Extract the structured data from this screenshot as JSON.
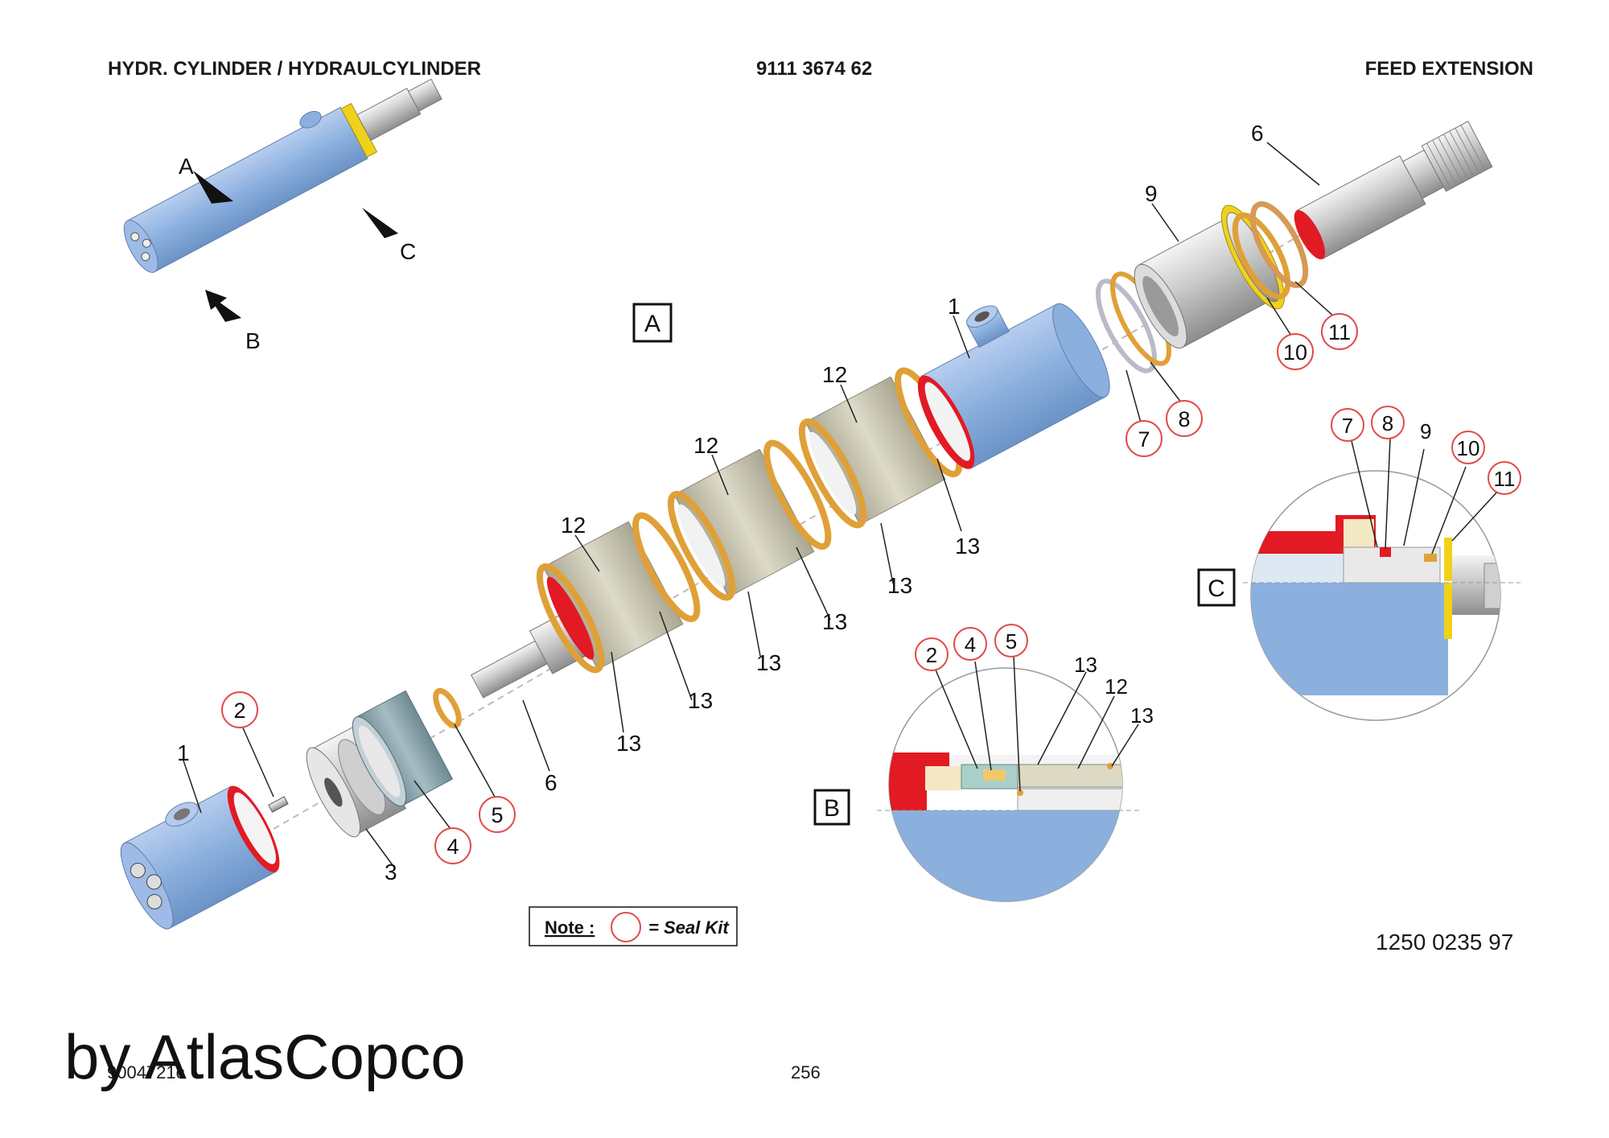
{
  "header": {
    "title": "HYDR. CYLINDER / HYDRAULCYLINDER",
    "part_number": "9111 3674 62",
    "section": "FEED EXTENSION"
  },
  "views": {
    "overview_markers": [
      "A",
      "B",
      "C"
    ],
    "exploded_label": "A",
    "detail_b_label": "B",
    "detail_c_label": "C"
  },
  "callouts": {
    "c1": "1",
    "c2": "2",
    "c3": "3",
    "c4": "4",
    "c5": "5",
    "c6": "6",
    "c7": "7",
    "c8": "8",
    "c9": "9",
    "c10": "10",
    "c11": "11",
    "c12": "12",
    "c13": "13"
  },
  "seal_kit_items": [
    "2",
    "4",
    "5",
    "7",
    "8",
    "10",
    "11"
  ],
  "note": {
    "label": "Note :",
    "text": "= Seal Kit"
  },
  "document_number": "1250 0235 97",
  "footer": {
    "code": "9004721c",
    "page": "256",
    "watermark": "by AtlasCopco"
  },
  "colors": {
    "cylinder_blue": "#8bb0de",
    "seal_red": "#e21a23",
    "ring_orange": "#e0a038",
    "seal_yellow": "#f0d21a",
    "guide_grey": "#c6c3b0",
    "callout_circle": "#e34a4a"
  }
}
